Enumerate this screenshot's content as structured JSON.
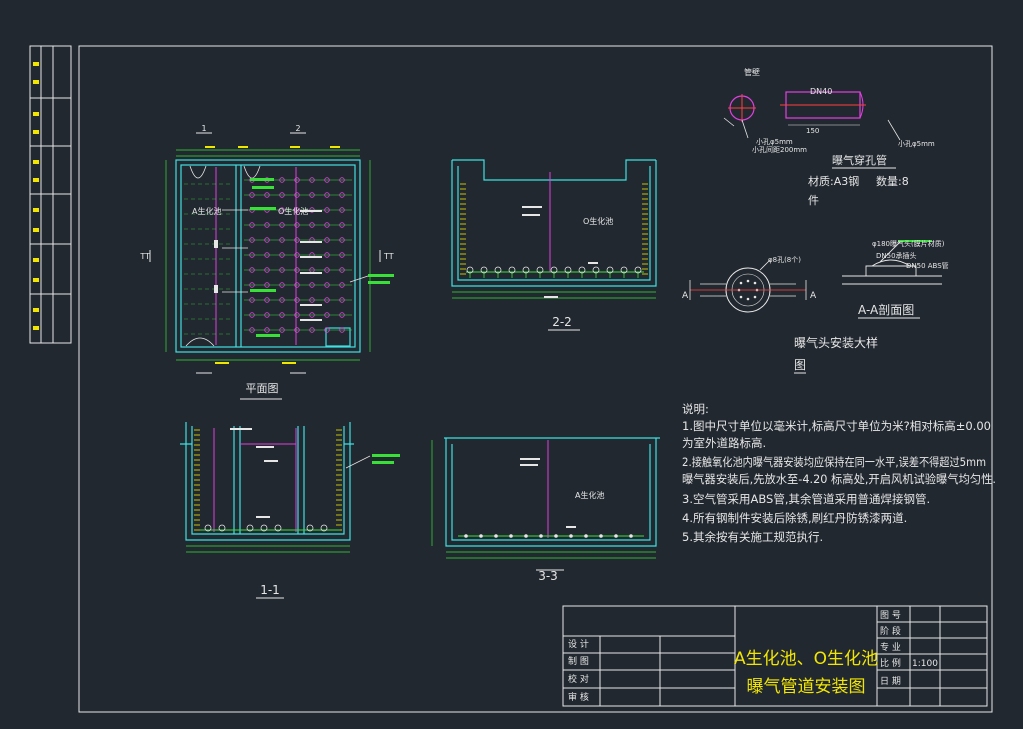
{
  "colors": {
    "background": "#212830",
    "frame": "#e6e6e6",
    "wall": "#3ee0e0",
    "pipe": "#38e038",
    "riser": "#e040e0",
    "hatch": "#f2e600",
    "text": "#e6e6e6"
  },
  "sheet_labels": {
    "section_1_mark_top": "1",
    "section_2_mark_top": "2",
    "plan_side_mark": "TT",
    "plan_title": "平面图",
    "section_22_title": "2-2",
    "section_11_title": "1-1",
    "section_33_title": "3-3",
    "a_tank_label": "A生化池",
    "o_tank_label": "O生化池",
    "o_tank_label_22": "O生化池",
    "a_tank_label_33": "A生化池"
  },
  "detail": {
    "pipe_label": "管壁",
    "dn_label": "DN40",
    "hole_label": "小孔φ5mm",
    "spacing_label": "小孔间距200mm",
    "dim_150": "150",
    "title": "曝气穿孔管",
    "material": "材质:A3钢",
    "quantity": "数量:8",
    "quantity_unit": "件",
    "aerator_plan_label": "φ8孔(8个)",
    "aerator_head_label": "φ180曝气头(膜片材质)",
    "branch_label": "DN50承插头",
    "abs_label": "DN50 ABS管",
    "section_mark": "A",
    "aa_title": "A-A剖面图",
    "install_title_1": "曝气头安装大样",
    "install_title_2": "图"
  },
  "notes": {
    "heading": "说明:",
    "items": [
      "1.图中尺寸单位以毫米计,标高尺寸单位为米?相对标高±0.00",
      "为室外道路标高.",
      "2.接触氧化池内曝气器安装均应保持在同一水平,误差不得超过5mm",
      "曝气器安装后,先放水至-4.20          标高处,开启风机试验曝气均匀性.",
      "3.空气管采用ABS管,其余管道采用普通焊接钢管.",
      "4.所有钢制件安装后除锈,刷红丹防锈漆两道.",
      "5.其余按有关施工规范执行."
    ]
  },
  "title_block": {
    "project_title_1": "A生化池、O生化池",
    "project_title_2": "曝气管道安装图",
    "roles": [
      "设  计",
      "制  图",
      "校  对",
      "审  核"
    ],
    "right_labels": [
      "图  号",
      "阶  段",
      "专  业",
      "比  例",
      "日  期"
    ],
    "scale_value": "1:100"
  }
}
